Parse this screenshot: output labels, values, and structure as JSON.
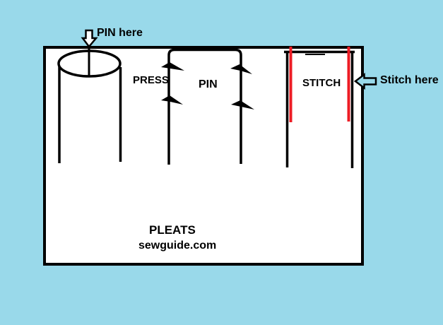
{
  "colors": {
    "bg": "#99d9ea",
    "panel": "#ffffff",
    "line": "#000000",
    "stitch": "#ed1c24"
  },
  "annotations": {
    "pin_here": "PIN here",
    "stitch_here": "Stitch here"
  },
  "steps": [
    {
      "label": "PRESS"
    },
    {
      "label": "PIN"
    },
    {
      "label": "STITCH"
    }
  ],
  "caption": {
    "title": "PLEATS",
    "source": "sewguide.com"
  }
}
